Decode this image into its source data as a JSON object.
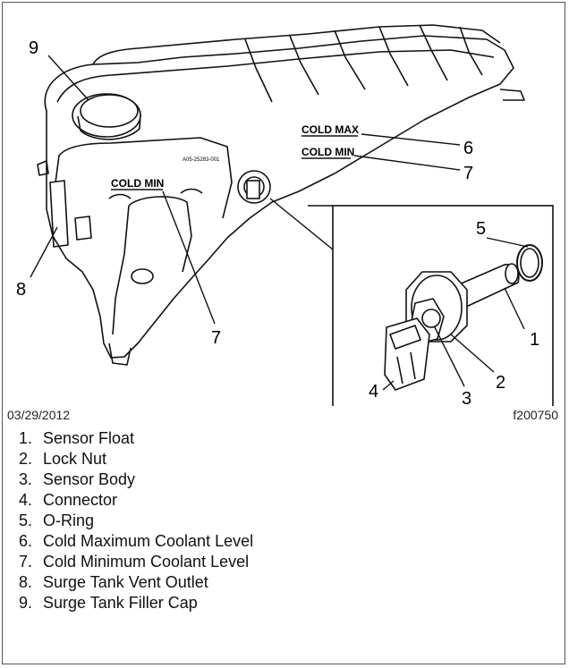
{
  "callouts": {
    "c9": "9",
    "c6": "6",
    "c7a": "7",
    "c7b": "7",
    "c8": "8",
    "c5": "5",
    "c1": "1",
    "c2": "2",
    "c3": "3",
    "c4": "4"
  },
  "tank_text": {
    "cold_max": "COLD MAX",
    "cold_min_upper": "COLD MIN",
    "cold_min_front": "COLD MIN",
    "part_number": "A05-25283-001"
  },
  "date": "03/29/2012",
  "figure_id": "f200750",
  "legend": [
    {
      "num": "1.",
      "label": "Sensor Float"
    },
    {
      "num": "2.",
      "label": "Lock Nut"
    },
    {
      "num": "3.",
      "label": "Sensor Body"
    },
    {
      "num": "4.",
      "label": "Connector"
    },
    {
      "num": "5.",
      "label": "O-Ring"
    },
    {
      "num": "6.",
      "label": "Cold Maximum Coolant Level"
    },
    {
      "num": "7.",
      "label": "Cold Minimum Coolant Level"
    },
    {
      "num": "8.",
      "label": "Surge Tank Vent Outlet"
    },
    {
      "num": "9.",
      "label": "Surge Tank Filler Cap"
    }
  ]
}
